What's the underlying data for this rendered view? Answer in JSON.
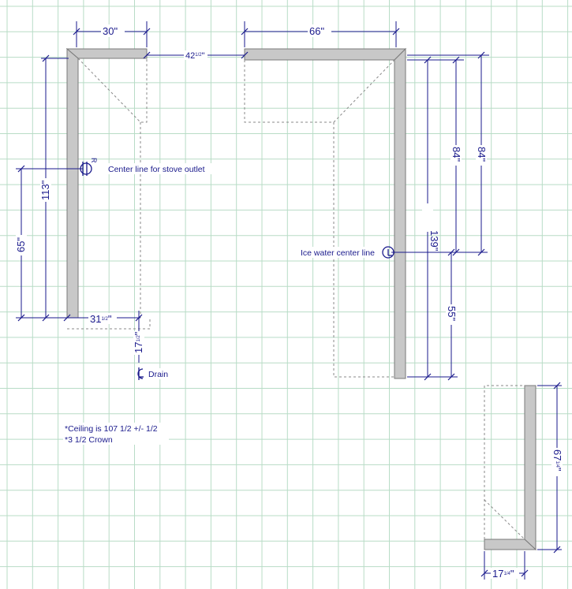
{
  "colors": {
    "grid": "#b8dcc6",
    "wall_fill": "#c8c8c8",
    "wall_stroke": "#7a7a7a",
    "dimension": "#1a1a8c",
    "cabinet_outline": "#888888"
  },
  "dimensions": {
    "left_top_width": "30\"",
    "gap_between_walls": "42",
    "right_top_width": "66\"",
    "left_wall_full": "113\"",
    "stove_height": "65\"",
    "left_base_depth": "31",
    "drain_offset": "17",
    "right_wall_full": "139\"",
    "right_upper_a": "84\"",
    "right_upper_b": "84\"",
    "ice_water_height": "55\"",
    "far_right_length": "67",
    "far_right_bottom": "17"
  },
  "fractions": {
    "gap_between_walls": "1/2",
    "left_base_depth": "1/2",
    "drain_offset": "1/2",
    "far_right_length": "1/4",
    "far_right_bottom": "1/4"
  },
  "labels": {
    "stove_outlet": "Center line for stove outlet",
    "ice_water": "Ice water center line",
    "drain": "Drain",
    "outlet_marker": "R"
  },
  "notes": [
    "*Ceiling is 107 1/2  +/-  1/2",
    "*3 1/2 Crown"
  ]
}
